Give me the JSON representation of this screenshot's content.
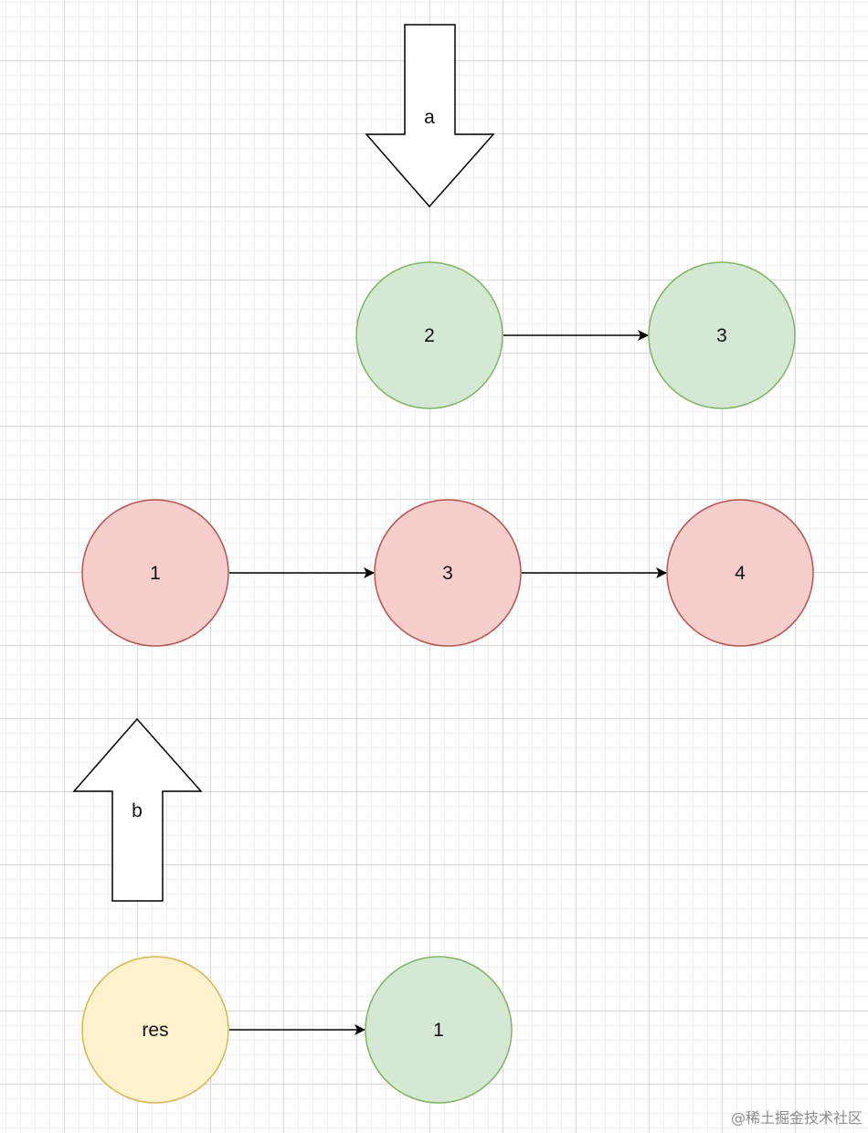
{
  "pointers": [
    {
      "id": "pointer-a",
      "label": "a",
      "direction": "down"
    },
    {
      "id": "pointer-b",
      "label": "b",
      "direction": "up"
    }
  ],
  "lists": {
    "list_a": [
      {
        "label": "2",
        "color": "green"
      },
      {
        "label": "3",
        "color": "green"
      }
    ],
    "list_b": [
      {
        "label": "1",
        "color": "red"
      },
      {
        "label": "3",
        "color": "red"
      },
      {
        "label": "4",
        "color": "red"
      }
    ],
    "result": [
      {
        "label": "res",
        "color": "yellow"
      },
      {
        "label": "1",
        "color": "green"
      }
    ]
  },
  "colors": {
    "green": {
      "fill": "#d5e8d4",
      "stroke": "#82b366"
    },
    "red": {
      "fill": "#f8cecc",
      "stroke": "#b85450"
    },
    "yellow": {
      "fill": "#fff2cc",
      "stroke": "#d6b656"
    },
    "edge": "#000000"
  },
  "watermark": "@稀土掘金技术社区"
}
